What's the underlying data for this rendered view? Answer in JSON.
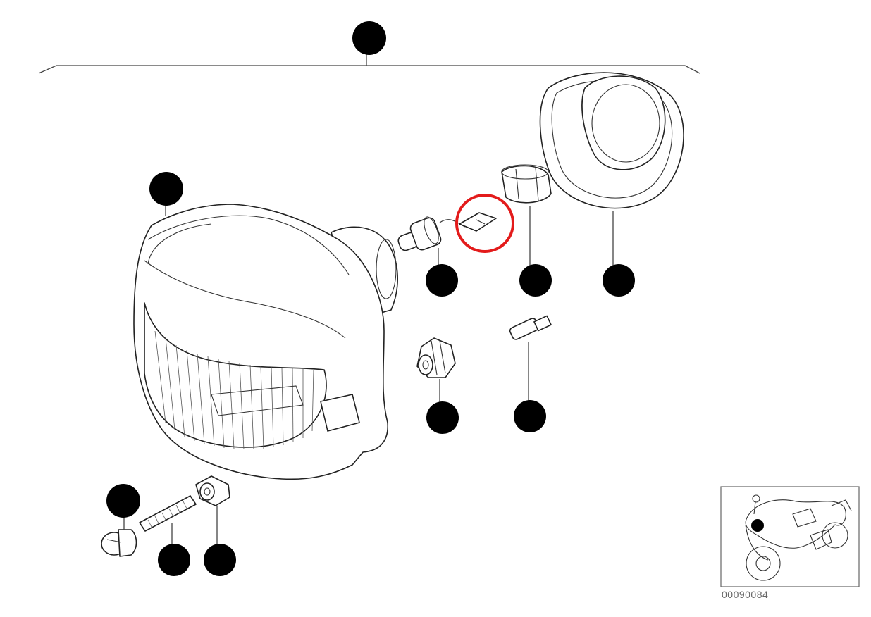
{
  "diagram": {
    "catalog_number": "00090084",
    "highlight_color": "#e31b1b",
    "marker_color": "#000000",
    "line_color": "#444444"
  },
  "markers": [
    {
      "id": "assembly"
    },
    {
      "id": "headlight-housing"
    },
    {
      "id": "bulb-socket"
    },
    {
      "id": "bulb-cap"
    },
    {
      "id": "reflector-ring"
    },
    {
      "id": "adjust-knob"
    },
    {
      "id": "parking-bulb"
    },
    {
      "id": "end-cap"
    },
    {
      "id": "adjust-screw"
    },
    {
      "id": "adjust-nut"
    }
  ]
}
